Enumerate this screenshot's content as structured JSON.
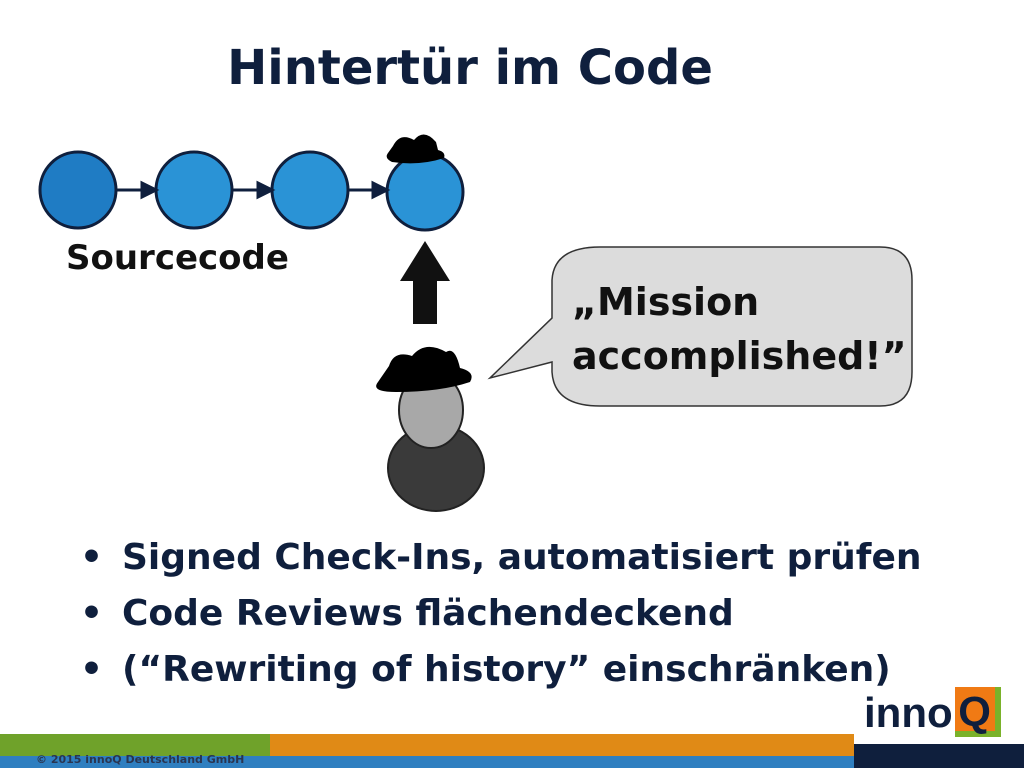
{
  "slide": {
    "title": "Hintertür im Code",
    "diagram": {
      "source_label": "Sourcecode",
      "speech": "„Mission accomplished!”"
    },
    "bullets": [
      "Signed Check-Ins, automatisiert prüfen",
      "Code Reviews flächendeckend",
      "(“Rewriting of history” einschränken)"
    ],
    "logo": {
      "text": "inno",
      "letter": "Q"
    },
    "footer": {
      "copyright": "© 2015 innoQ Deutschland GmbH",
      "colors": {
        "green": "#6fa22a",
        "orange": "#e08a16",
        "navy": "#0f1f3d",
        "blue": "#2f7fc0"
      }
    }
  }
}
